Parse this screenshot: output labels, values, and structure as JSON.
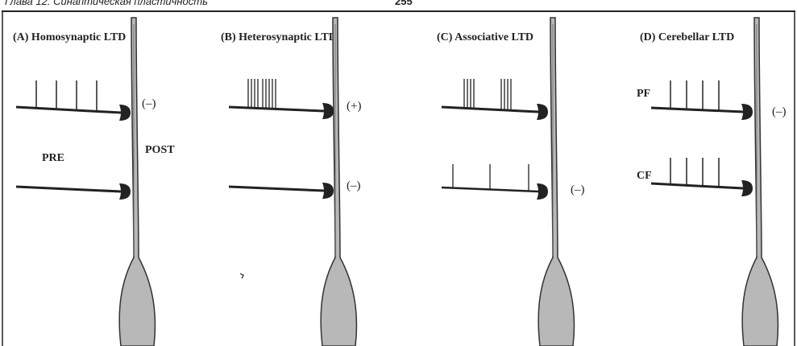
{
  "page_header": {
    "chapter_text": "Глава 12. Синаптическая пластичность",
    "page_number": "255"
  },
  "figure": {
    "panels": [
      {
        "title": "(A) Homosynaptic LTD",
        "pre_label": "PRE",
        "post_label": "POST",
        "synapse_top_sign": "(–)",
        "synapse_bottom_sign": ""
      },
      {
        "title": "(B) Heterosynaptic LTD",
        "synapse_top_sign": "(+)",
        "synapse_bottom_sign": "(–)"
      },
      {
        "title": "(C) Associative LTD",
        "synapse_bottom_sign": "(–)"
      },
      {
        "title": "(D) Cerebellar LTD",
        "input_top_label": "PF",
        "input_bottom_label": "CF",
        "synapse_sign": "(–)"
      }
    ]
  }
}
